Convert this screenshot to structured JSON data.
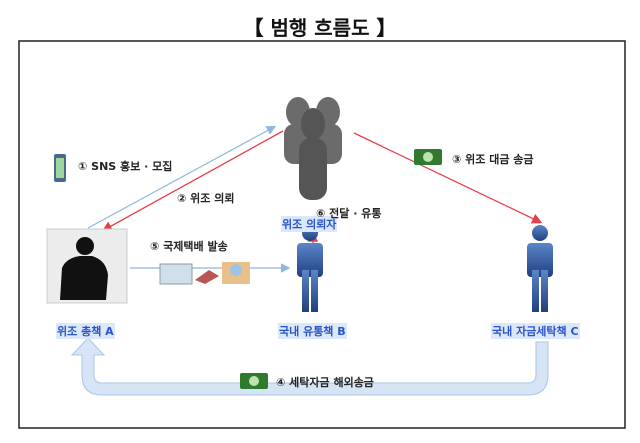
{
  "title": "【 범행 흐름도 】",
  "nodes": {
    "requester": "위조 의뢰자",
    "a": "위조 총책 A",
    "b": "국내 유통책 B",
    "c": "국내 자금세탁책 C"
  },
  "steps": {
    "s1": "① SNS 홍보 · 모집",
    "s2": "② 위조 의뢰",
    "s3": "③ 위조 대금 송금",
    "s4": "④ 세탁자금 해외송금",
    "s5": "⑤ 국제택배 발송",
    "s6": "⑥ 전달 · 유통"
  },
  "colors": {
    "red": "#e8404a",
    "blue_line": "#8fb8df",
    "person_blue": "#3a64a8",
    "label_blue": "#2a52c9",
    "loop": "#d6e5f5"
  }
}
